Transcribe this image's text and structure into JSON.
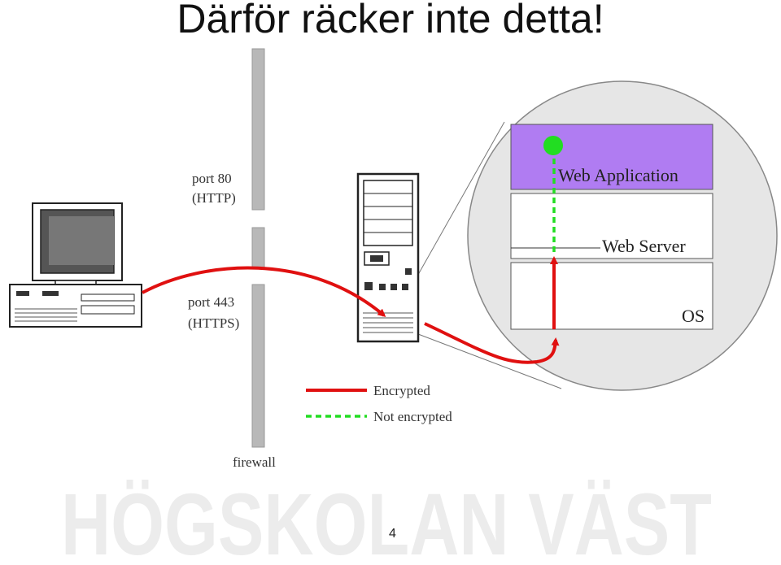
{
  "slide": {
    "title": "Därför räcker inte detta!",
    "page_number": "4",
    "watermark": "HÖGSKOLAN VÄST"
  },
  "diagram": {
    "firewall_label": "firewall",
    "port80": {
      "line1": "port 80",
      "line2": "(HTTP)"
    },
    "port443": {
      "line1": "port 443",
      "line2": "(HTTPS)"
    },
    "layers": {
      "web_application": "Web Application",
      "web_server": "Web Server",
      "os": "OS"
    },
    "legend": {
      "encrypted": "Encrypted",
      "not_encrypted": "Not encrypted"
    },
    "colors": {
      "encrypted": "#e01010",
      "not_encrypted": "#22dd22",
      "web_application_layer": "#b07cf2",
      "firewall": "#b8b8b8",
      "zoom_circle": "#e6e6e6"
    }
  }
}
